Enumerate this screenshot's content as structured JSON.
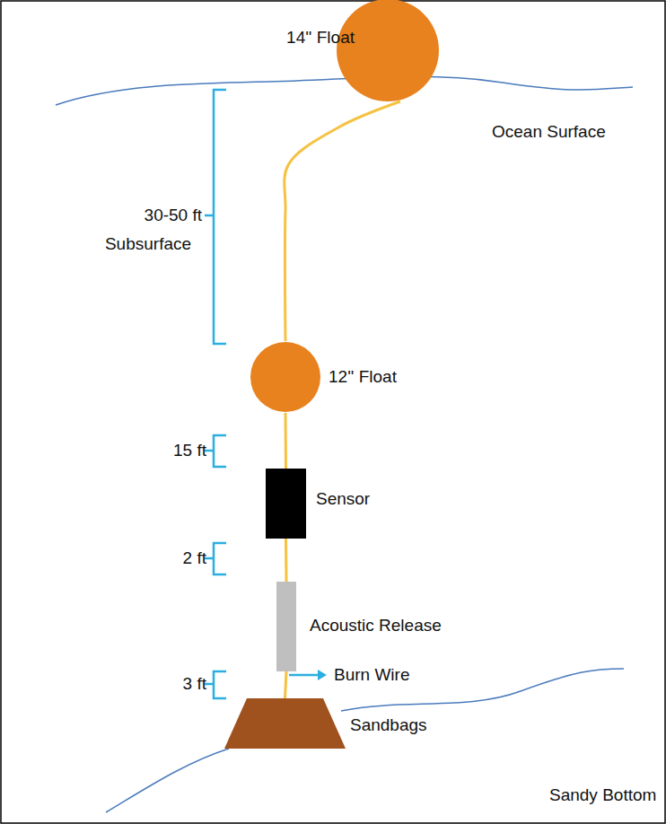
{
  "diagram": {
    "nodes": [
      {
        "text": [
          "14'' Float"
        ]
      },
      {
        "text": [
          "12'' Float"
        ]
      },
      {
        "text": [
          "Sensor"
        ]
      },
      {
        "text": [
          "Acoustic Release"
        ]
      },
      {
        "text": [
          "Sandbags"
        ]
      }
    ],
    "edges": [
      {
        "from": 0,
        "to": 1,
        "arrow": "none"
      },
      {
        "from": 1,
        "to": 2,
        "arrow": "none"
      },
      {
        "from": 2,
        "to": 3,
        "arrow": "none"
      },
      {
        "from": 3,
        "to": 4,
        "arrow": "none"
      }
    ],
    "labels": [
      "Ocean Surface",
      "30-50 ft",
      "Subsurface",
      "15 ft",
      "2 ft",
      "Burn Wire",
      "3 ft",
      "Sandy Bottom"
    ]
  }
}
